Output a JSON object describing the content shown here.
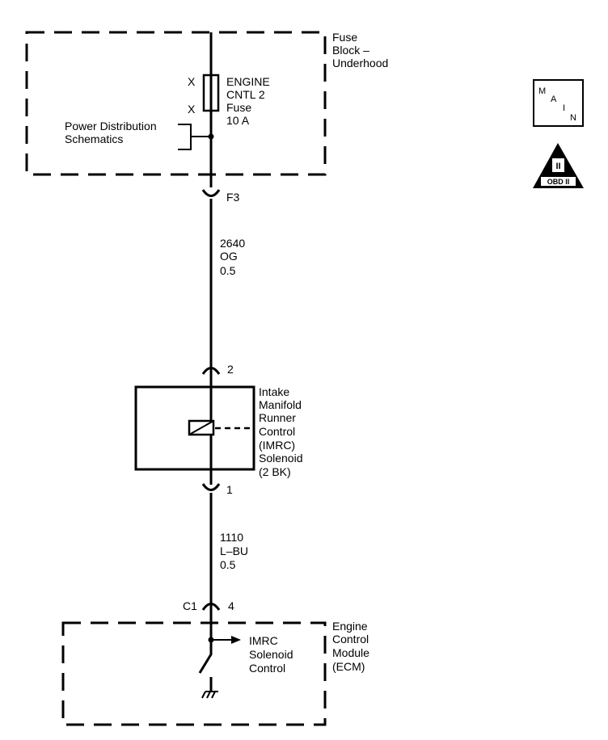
{
  "fuse_block": {
    "label_lines": [
      "Fuse",
      "Block –",
      "Underhood"
    ],
    "fuse_lines": [
      "ENGINE",
      "CNTL 2",
      "Fuse",
      "10 A"
    ],
    "x_marks": [
      "X",
      "X"
    ],
    "power_dist_lines": [
      "Power Distribution",
      "Schematics"
    ],
    "connector_label": "F3"
  },
  "wire_1": {
    "circuit": "2640",
    "color": "OG",
    "gauge": "0.5"
  },
  "solenoid": {
    "top_pin": "2",
    "bottom_pin": "1",
    "label_lines": [
      "Intake",
      "Manifold",
      "Runner",
      "Control",
      "(IMRC)",
      "Solenoid",
      "(2 BK)"
    ]
  },
  "wire_2": {
    "circuit": "1110",
    "color": "L–BU",
    "gauge": "0.5"
  },
  "ecm": {
    "connector": "C1",
    "pin": "4",
    "label_lines": [
      "Engine",
      "Control",
      "Module",
      "(ECM)"
    ],
    "control_lines": [
      "IMRC",
      "Solenoid",
      "Control"
    ]
  },
  "icons": {
    "main": {
      "letters": [
        "M",
        "A",
        "I",
        "N"
      ]
    },
    "obd": {
      "numeral": "II",
      "text": "OBD II"
    }
  }
}
